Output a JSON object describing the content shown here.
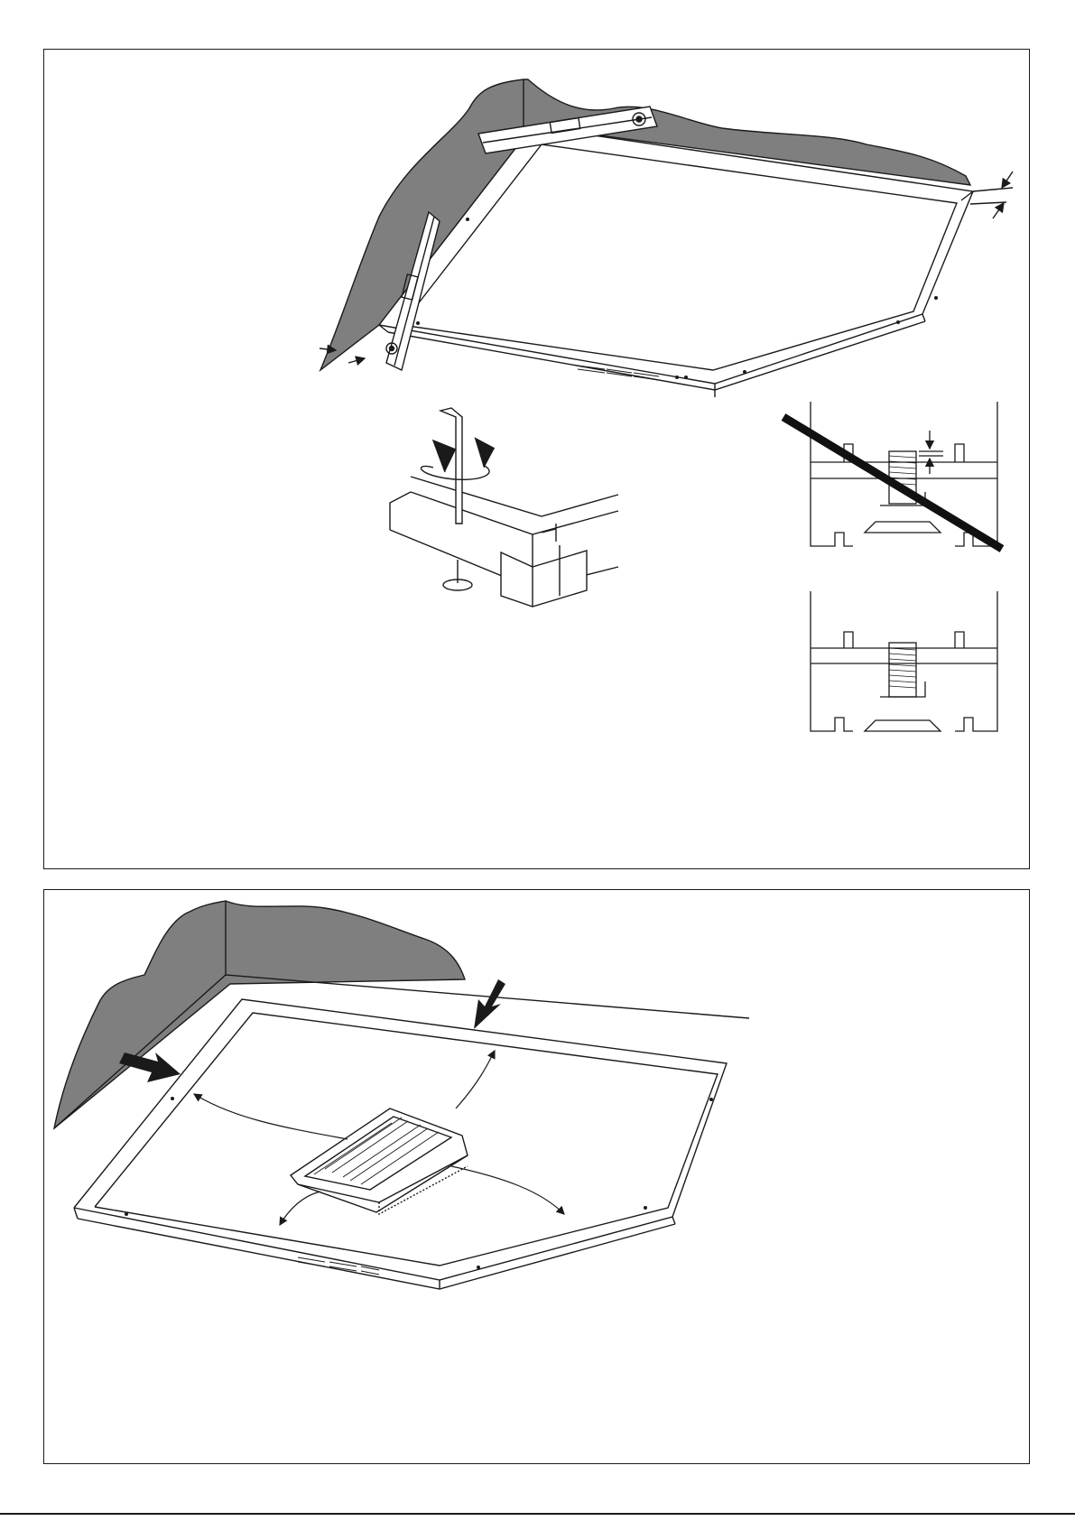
{
  "page": {
    "background": "#ffffff",
    "ink": "#1a1a1a",
    "wall_fill": "#7f7f7f",
    "footer_mark": ""
  },
  "figures": [
    {
      "id": "level-frame",
      "icons": [
        "spirit-level-icon",
        "wall-icon",
        "gap-arrow-icon"
      ]
    },
    {
      "id": "adjust-foot",
      "icons": [
        "hex-key-icon",
        "rotate-arrow-icon",
        "adjustable-foot-icon"
      ]
    },
    {
      "id": "foot-section-wrong",
      "icons": [
        "prohibited-cross-icon",
        "dimension-arrow-icon"
      ]
    },
    {
      "id": "foot-section-correct",
      "icons": []
    },
    {
      "id": "place-mat",
      "icons": [
        "push-arrow-icon",
        "drain-mat-icon",
        "placement-arrow-icon"
      ]
    }
  ]
}
